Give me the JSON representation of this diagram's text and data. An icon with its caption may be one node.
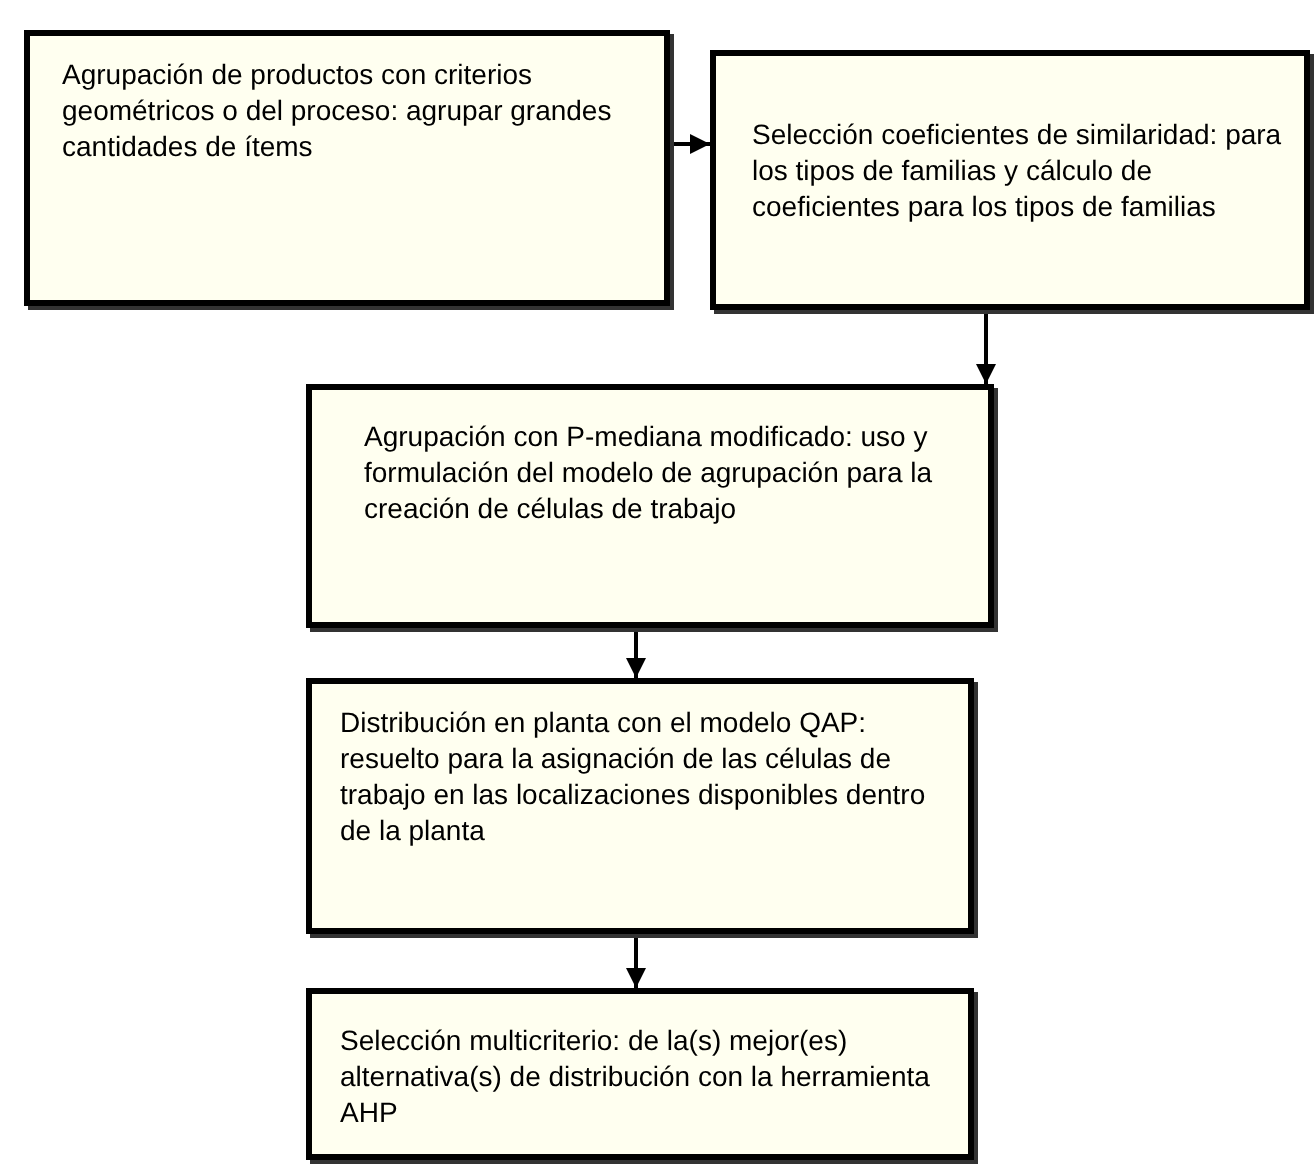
{
  "diagram": {
    "nodes": [
      {
        "text": [
          "Agrupación de productos con criterios geométricos o del proceso: agrupar grandes cantidades de ítems"
        ]
      },
      {
        "text": [
          "Selección coeficientes de similaridad: para los tipos de familias y cálculo de coeficientes para los tipos de familias"
        ]
      },
      {
        "text": [
          "Agrupación con P-mediana modificado: uso y formulación del modelo de agrupación para la creación de células de trabajo"
        ]
      },
      {
        "text": [
          "Distribución en planta con el modelo QAP: resuelto para la asignación de las células de trabajo en las localizaciones disponibles dentro de la planta"
        ]
      },
      {
        "text": [
          "Selección multicriterio: de la(s) mejor(es) alternativa(s) de distribución con la herramienta AHP"
        ]
      }
    ],
    "edges": [
      {
        "from": 0,
        "to": 1,
        "arrow": "to"
      },
      {
        "from": 1,
        "to": 2,
        "arrow": "to"
      },
      {
        "from": 2,
        "to": 3,
        "arrow": "to"
      },
      {
        "from": 3,
        "to": 4,
        "arrow": "to"
      }
    ]
  }
}
